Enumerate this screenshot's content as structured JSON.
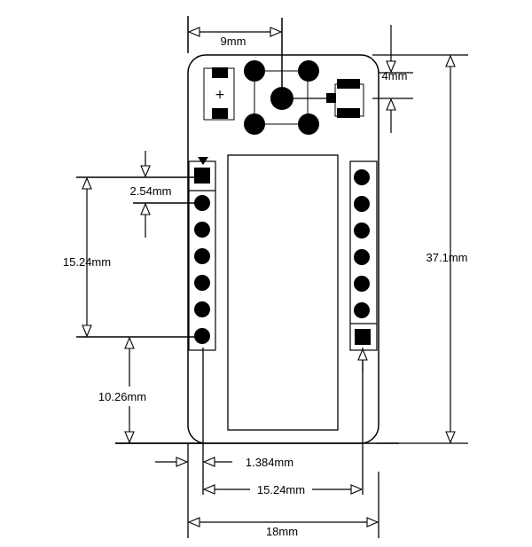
{
  "colors": {
    "ink": "#000000",
    "background": "#ffffff",
    "fill": "#ffffff"
  },
  "board": {
    "plus_symbol": "+",
    "left_header_pins": 7,
    "right_header_pins": 7
  },
  "dimensions": {
    "top_width": "9mm",
    "switch_height": "4mm",
    "overall_height": "37.1mm",
    "pin_pitch": "2.54mm",
    "header_span": "15.24mm",
    "bottom_offset": "10.26mm",
    "edge_offset": "1.384mm",
    "header_spacing": "15.24mm",
    "overall_width": "18mm"
  }
}
